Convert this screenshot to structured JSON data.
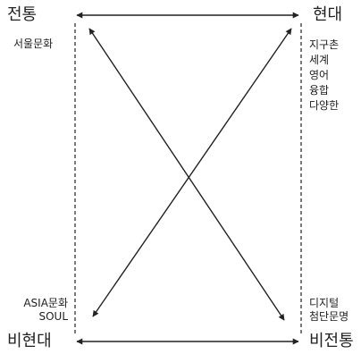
{
  "corners": {
    "top_left": "전통",
    "top_right": "현대",
    "bottom_left": "비현대",
    "bottom_right": "비전통"
  },
  "notes": {
    "top_left": [
      "서울문화"
    ],
    "top_right": [
      "지구촌",
      "세계",
      "영어",
      "융합",
      "다양한"
    ],
    "bottom_left": [
      "ASIA문화",
      "SOUL"
    ],
    "bottom_right": [
      "디지털",
      "첨단문명"
    ]
  },
  "colors": {
    "ink": "#222222"
  }
}
